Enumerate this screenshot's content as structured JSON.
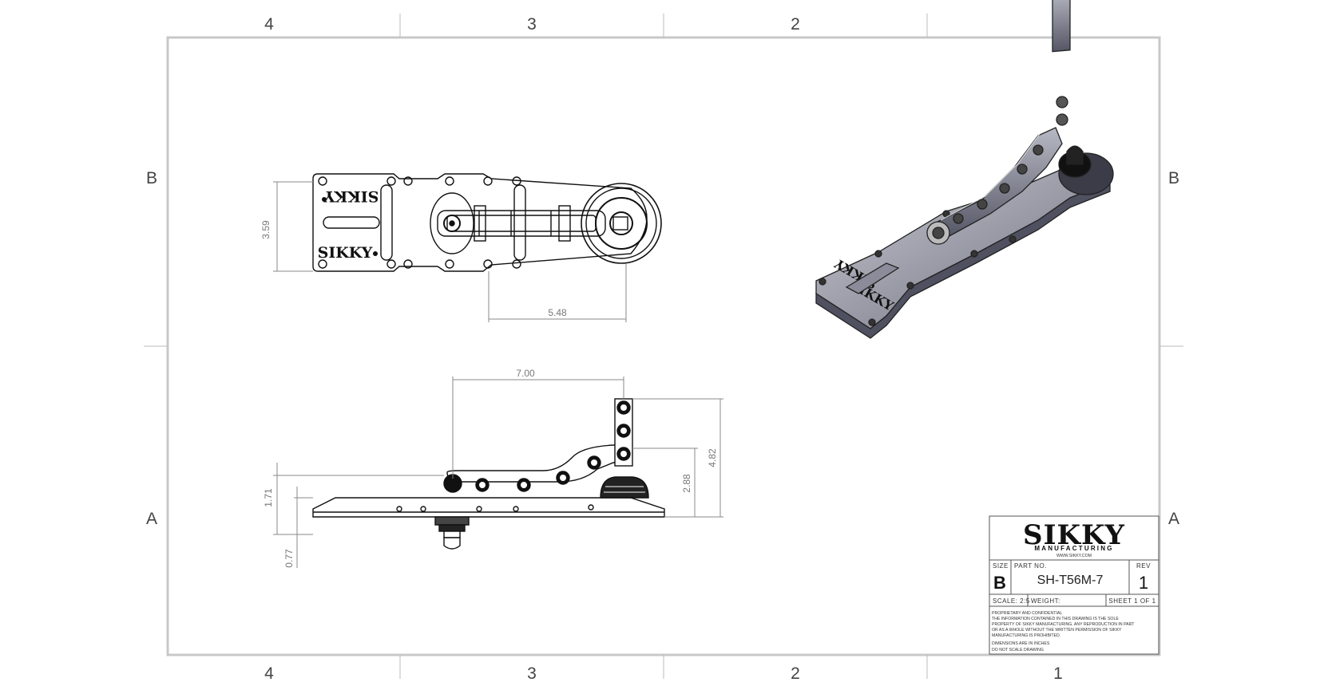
{
  "zones": {
    "columns": [
      "4",
      "3",
      "2",
      "1"
    ],
    "rows": [
      "B",
      "A"
    ]
  },
  "dimensions": {
    "top_view_height": "3.59",
    "top_view_length": "5.48",
    "side_view_length": "7.00",
    "side_view_total_height": "4.82",
    "side_view_mid_height": "2.88",
    "side_view_plate_height": "1.71",
    "side_view_below": "0.77"
  },
  "part_stamp": "SIKKY",
  "title_block": {
    "company": "SIKKY",
    "company_sub": "MANUFACTURING",
    "website": "WWW.SIKKY.COM",
    "size_label": "SIZE",
    "size_value": "B",
    "part_no_label": "PART NO.",
    "part_no_value": "SH-T56M-7",
    "rev_label": "REV",
    "rev_value": "1",
    "scale_label": "SCALE: 2:5",
    "weight_label": "WEIGHT:",
    "sheet_label": "SHEET 1 OF 1",
    "notice_lines": [
      "PROPRIETARY AND CONFIDENTIAL",
      "THE INFORMATION CONTAINED IN THIS DRAWING IS THE SOLE",
      "PROPERTY OF SIKKY MANUFACTURING.  ANY REPRODUCTION IN PART",
      "OR AS A WHOLE WITHOUT THE WRITTEN PERMISSION OF SIKKY",
      "MANUFACTURING IS PROHIBITED."
    ],
    "dims_note": "DIMENSIONS ARE IN INCHES",
    "scale_note": "DO NOT SCALE DRAWING"
  }
}
